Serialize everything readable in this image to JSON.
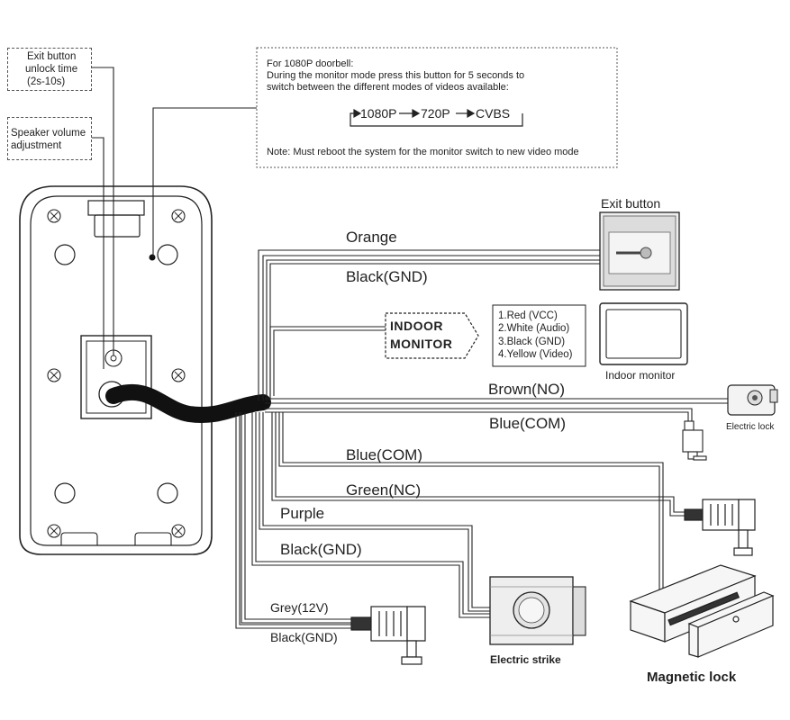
{
  "callouts": {
    "exit_time": [
      "Exit button",
      "unlock time",
      "(2s-10s)"
    ],
    "speaker": [
      "Speaker volume",
      "adjustment"
    ]
  },
  "note": {
    "line1": "For 1080P doorbell:",
    "line2": "During the monitor mode press this button for 5 seconds to",
    "line3": "switch between the different modes of videos available:",
    "modes": [
      "1080P",
      "720P",
      "CVBS"
    ],
    "footer": "Note: Must reboot the system for the monitor switch to new video mode"
  },
  "wires": {
    "orange": "Orange",
    "black_gnd_exit": "Black(GND)",
    "brown": "Brown(NO)",
    "blue_com_1": "Blue(COM)",
    "blue_com_2": "Blue(COM)",
    "green": "Green(NC)",
    "purple": "Purple",
    "black_gnd_strike": "Black(GND)",
    "grey": "Grey(12V)",
    "black_gnd_power": "Black(GND)"
  },
  "indoor_monitor_connector": {
    "label_line1": "INDOOR",
    "label_line2": "MONITOR",
    "pins": [
      "1.Red (VCC)",
      "2.White (Audio)",
      "3.Black (GND)",
      "4.Yellow (Video)"
    ]
  },
  "devices": {
    "exit_button": "Exit button",
    "indoor_monitor": "Indoor monitor",
    "electric_lock": "Electric lock",
    "electric_strike": "Electric strike",
    "magnetic_lock": "Magnetic lock"
  }
}
